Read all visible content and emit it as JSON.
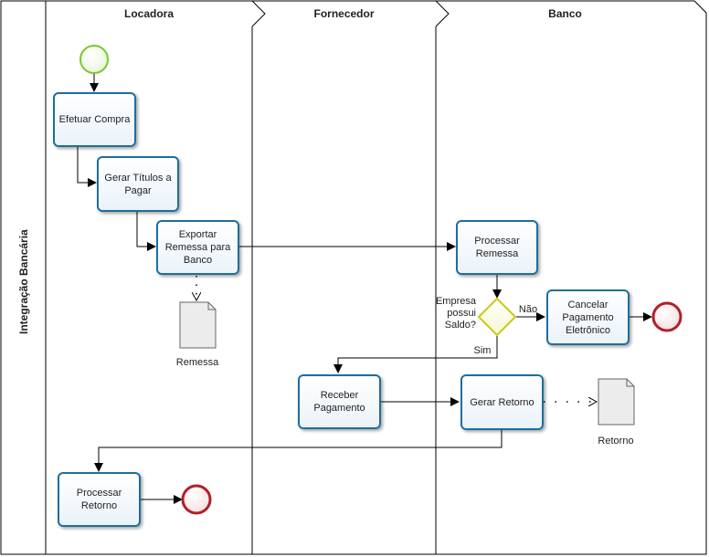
{
  "pool": {
    "title": "Integração Bancária"
  },
  "lanes": [
    {
      "title": "Locadora"
    },
    {
      "title": "Fornecedor"
    },
    {
      "title": "Banco"
    }
  ],
  "tasks": {
    "efetuar_compra": "Efetuar Compra",
    "gerar_titulos": "Gerar Títulos a Pagar",
    "exportar_remessa": "Exportar Remessa para Banco",
    "processar_remessa": "Processar Remessa",
    "cancelar_pagamento": "Cancelar Pagamento Eletrônico",
    "receber_pagamento": "Receber Pagamento",
    "gerar_retorno": "Gerar Retorno",
    "processar_retorno": "Processar Retorno"
  },
  "gateway": {
    "question": "Empresa possui Saldo?",
    "yes_label": "Sim",
    "no_label": "Não"
  },
  "documents": {
    "remessa": "Remessa",
    "retorno": "Retorno"
  },
  "colors": {
    "task_border": "#1e6e9e",
    "start_event": "#7dc832",
    "end_event": "#b0202a",
    "gateway": "#d8d820"
  }
}
